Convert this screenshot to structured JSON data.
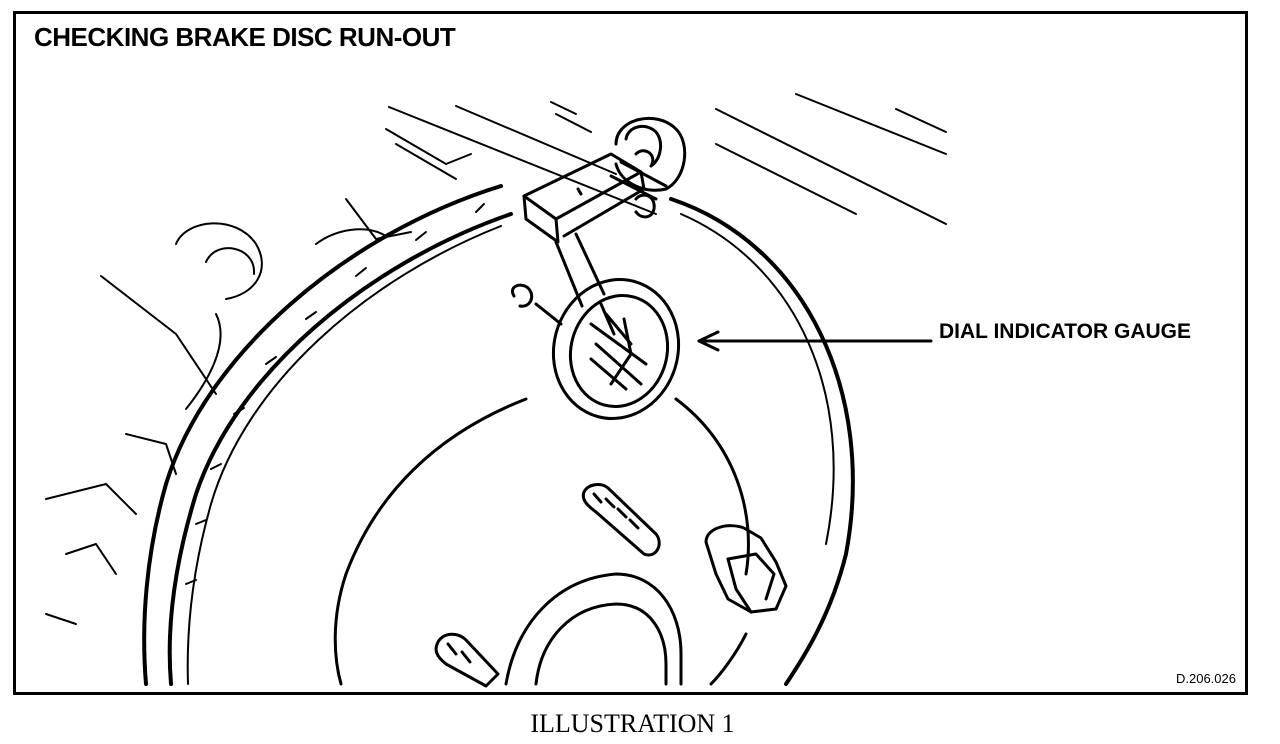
{
  "diagram": {
    "title": "CHECKING BRAKE DISC RUN-OUT",
    "callout_label": "DIAL INDICATOR GAUGE",
    "reference_code": "D.206.026",
    "caption": "ILLUSTRATION 1"
  }
}
